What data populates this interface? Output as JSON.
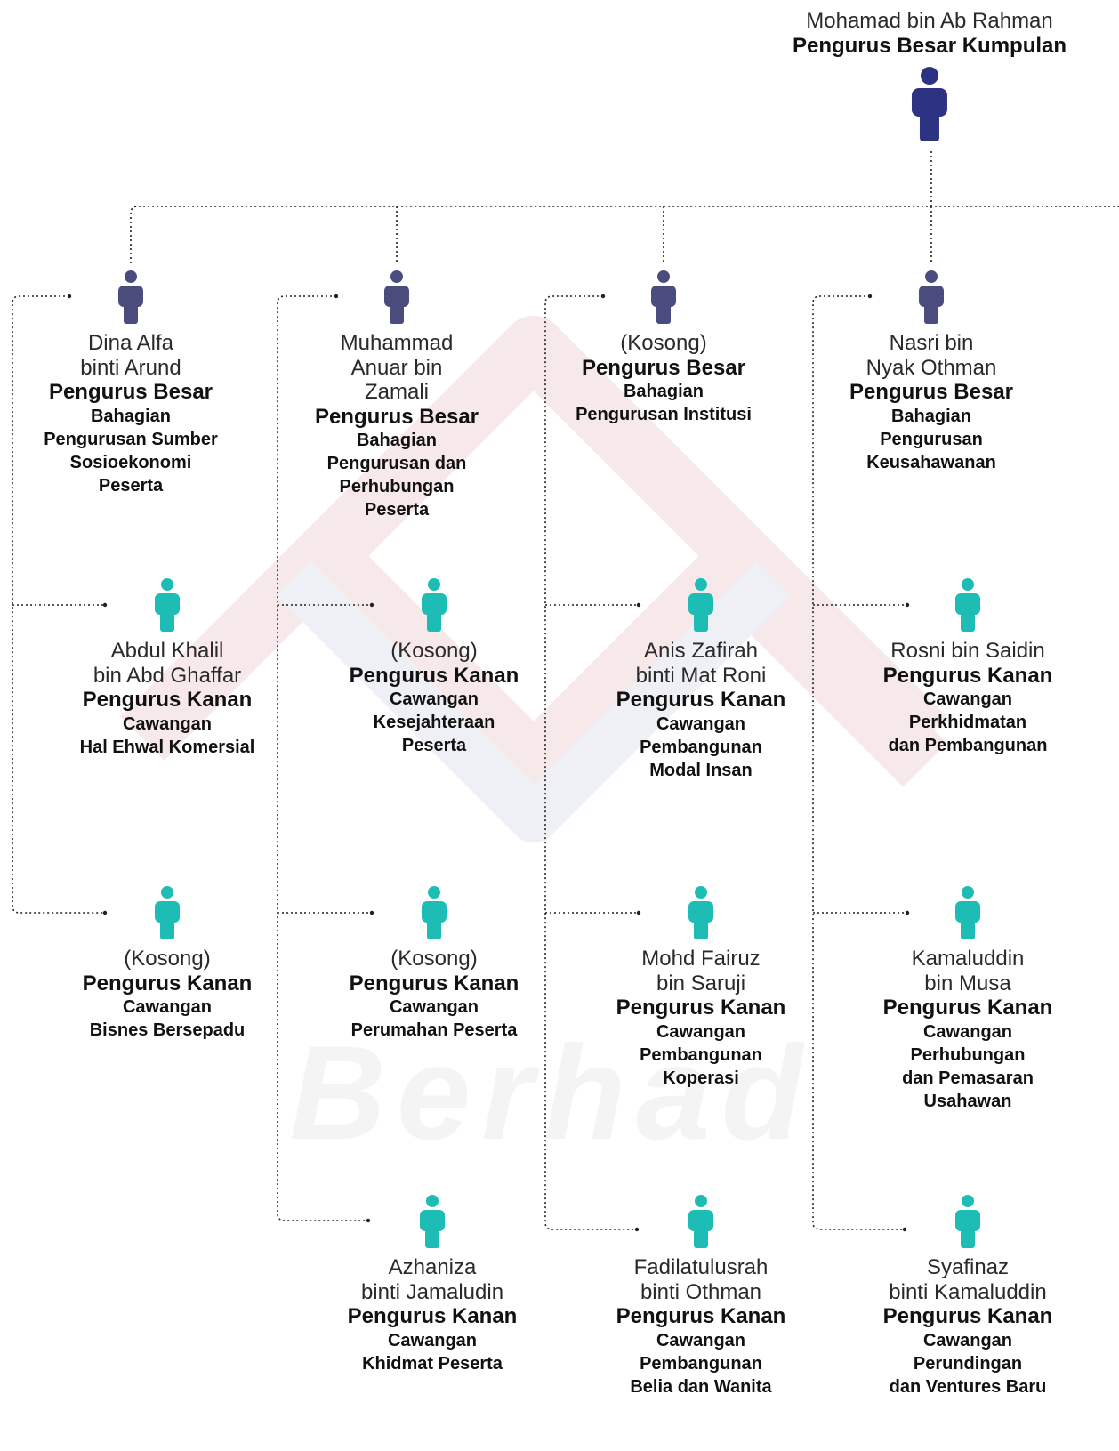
{
  "colors": {
    "head": "#2e3282",
    "division_head": "#4a4c7e",
    "branch_head": "#1dbdb6",
    "connector": "#222222",
    "watermark_red": "#f7e9e9",
    "watermark_blue": "#eef0f6",
    "watermark_text": "#f4f4f4"
  },
  "icons": {
    "person": "person-icon"
  },
  "watermark": {
    "text": "Berhad"
  },
  "head": {
    "name": "Mohamad bin Ab Rahman",
    "role": "Pengurus Besar Kumpulan"
  },
  "divisions": [
    {
      "name": "Dina Alfa\nbinti Arund",
      "role": "Pengurus Besar",
      "unit": "Bahagian\nPengurusan Sumber\nSosioekonomi\nPeserta"
    },
    {
      "name": "Muhammad\nAnuar bin\nZamali",
      "role": "Pengurus Besar",
      "unit": "Bahagian\nPengurusan dan\nPerhubungan\nPeserta"
    },
    {
      "name": "(Kosong)",
      "role": "Pengurus Besar",
      "unit": "Bahagian\nPengurusan Institusi"
    },
    {
      "name": "Nasri bin\nNyak Othman",
      "role": "Pengurus Besar",
      "unit": "Bahagian\nPengurusan\nKeusahawanan"
    }
  ],
  "branches": [
    [
      {
        "name": "Abdul Khalil\nbin Abd Ghaffar",
        "role": "Pengurus Kanan",
        "unit": "Cawangan\nHal Ehwal Komersial"
      },
      {
        "name": "(Kosong)",
        "role": "Pengurus Kanan",
        "unit": "Cawangan\nBisnes Bersepadu"
      }
    ],
    [
      {
        "name": "(Kosong)",
        "role": "Pengurus Kanan",
        "unit": "Cawangan\nKesejahteraan\nPeserta"
      },
      {
        "name": "(Kosong)",
        "role": "Pengurus Kanan",
        "unit": "Cawangan\nPerumahan Peserta"
      },
      {
        "name": "Azhaniza\nbinti Jamaludin",
        "role": "Pengurus Kanan",
        "unit": "Cawangan\nKhidmat Peserta"
      }
    ],
    [
      {
        "name": "Anis Zafirah\nbinti Mat Roni",
        "role": "Pengurus Kanan",
        "unit": "Cawangan\nPembangunan\nModal Insan"
      },
      {
        "name": "Mohd Fairuz\nbin Saruji",
        "role": "Pengurus Kanan",
        "unit": "Cawangan\nPembangunan\nKoperasi"
      },
      {
        "name": "Fadilatulusrah\nbinti Othman",
        "role": "Pengurus Kanan",
        "unit": "Cawangan\nPembangunan\nBelia dan Wanita"
      }
    ],
    [
      {
        "name": "Rosni bin Saidin",
        "role": "Pengurus Kanan",
        "unit": "Cawangan\nPerkhidmatan\ndan Pembangunan"
      },
      {
        "name": "Kamaluddin\nbin Musa",
        "role": "Pengurus Kanan",
        "unit": "Cawangan\nPerhubungan\ndan Pemasaran\nUsahawan"
      },
      {
        "name": "Syafinaz\nbinti Kamaluddin",
        "role": "Pengurus Kanan",
        "unit": "Cawangan\nPerundingan\ndan Ventures Baru"
      }
    ]
  ]
}
